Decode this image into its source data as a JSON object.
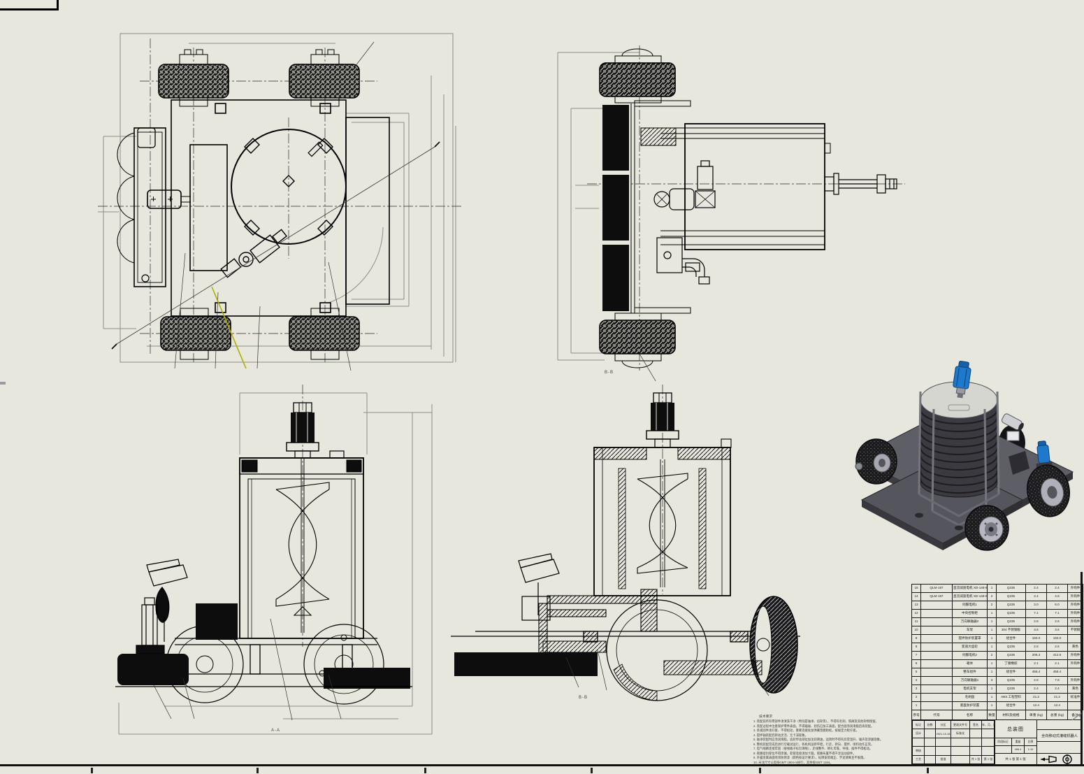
{
  "sheet": {
    "background": "#e7e7de",
    "line_color": "#000000",
    "dimension_color": "#8c8c8c",
    "highlight_yellow": "#b0ae00",
    "render_blue": "#1e79cc"
  },
  "views": {
    "top_view_label": "",
    "rear_view_section_label": "B-B",
    "side_view_section_label": "A-A",
    "mid_section_label": "B-B"
  },
  "notes": {
    "title": "技术要求",
    "lines": [
      "1. 装配前所有零部件须清洗干净（特别是轴承、齿轮等），不得有毛刺、铁屑及其他杂物残留。",
      "2. 装配过程中注意保护零件表面，不得磕碰、划伤已加工表面，配合面涂润滑脂后再装配。",
      "3. 各紧固件须拧紧、不得松动，重要连接处加弹簧垫圈防松，按规定力矩拧紧。",
      "4. 搅拌轴装配后转动灵活、无卡滞现象。",
      "5. 轴承装配时应涂润滑脂，齿轮传动部位加注润滑油，运转时不得有异常温升、噪声及渗漏现象。",
      "6. 整机装配完成后进行空载试运行，各机构运转平稳，行走、转向、搅拌、喷料动作正常。",
      "7. 电气线路连接牢固（接线端子标识清晰），走线整齐、绑扎可靠，导线、插件不得松动。",
      "8. 管路密封部位不得渗漏，软管连接须加卡箍，管路布置不得干涉运动部件。",
      "9. 外露金属表面喷涂防锈漆（颜色按设计要求），标牌安装端正、字迹清晰且不脱落。",
      "10. 未注尺寸公差按GB/T 1804-m执行，其余按GB/T 1184。"
    ]
  },
  "bom": {
    "headers": [
      "序号",
      "代号",
      "名称",
      "数量",
      "材料及规格",
      "单重 (kg)",
      "总重 (kg)",
      "备注"
    ],
    "rows": [
      [
        "15",
        "QLM-187",
        "直流减速电机 XD-148-6C2",
        "1",
        "Q235",
        "2.4",
        "2.4",
        "外购件"
      ],
      [
        "14",
        "QLM-187",
        "直流减速电机 XD-148-6C3",
        "2",
        "Q235",
        "2.4",
        "4.8",
        "外购件"
      ],
      [
        "13",
        "",
        "伺服电机1",
        "2",
        "Q235",
        "3.0",
        "6.0",
        "外购件"
      ],
      [
        "12",
        "",
        "中央控制柜",
        "1",
        "Q235",
        "7.1",
        "7.1",
        "外购件"
      ],
      [
        "11",
        "",
        "万向联轴器2",
        "1",
        "Q235",
        "2.6",
        "2.6",
        "外购件"
      ],
      [
        "10",
        "",
        "车架",
        "1",
        "304 不锈钢板",
        "3.6",
        "3.6",
        "不锈钢"
      ],
      [
        "9",
        "",
        "搅拌防护装置罩",
        "1",
        "组合件",
        "160.0",
        "160.0",
        ""
      ],
      [
        "8",
        "",
        "变速大齿轮",
        "1",
        "Q235",
        "2.6",
        "2.6",
        "黄色"
      ],
      [
        "7",
        "",
        "伺服电机2",
        "2",
        "Q235",
        "206.3",
        "412.6",
        "外购件"
      ],
      [
        "6",
        "",
        "箱体",
        "1",
        "丁腈橡胶",
        "2.1",
        "2.1",
        "外购件"
      ],
      [
        "5",
        "",
        "整车组件",
        "1",
        "组合件",
        "456.4",
        "456.4",
        ""
      ],
      [
        "4",
        "",
        "万向联轴器1",
        "3",
        "Q235",
        "2.6",
        "7.8",
        "外购件"
      ],
      [
        "3",
        "",
        "电机支架",
        "1",
        "Q235",
        "2.4",
        "2.4",
        "黄色"
      ],
      [
        "2",
        "",
        "毛刷盘",
        "1",
        "ABS 工程塑料",
        "21.2",
        "21.2",
        "标准件"
      ],
      [
        "1",
        "",
        "底盘防护装置",
        "1",
        "组合件",
        "12.4",
        "12.4",
        ""
      ]
    ]
  },
  "title_block": {
    "grid": [
      [
        "标记",
        "处数",
        "分区",
        "更改文件号",
        "签名",
        "年、月、日"
      ],
      [
        "设计",
        "",
        "2021.10.18",
        "标准化",
        "",
        ""
      ],
      [
        "",
        "",
        "",
        "",
        "",
        ""
      ],
      [
        "审核",
        "",
        "",
        "",
        "",
        ""
      ],
      [
        "工艺",
        "",
        "批准",
        "",
        "共 1 张",
        "第 1 张"
      ]
    ],
    "drawing_title": "总装图",
    "stage_label": "阶段标记",
    "weight_label": "重量",
    "scale_label": "比例",
    "weight_value": "456.4",
    "scale_value": "1:10",
    "sheet_info": "共 1 张   第 1 张",
    "product_name": "全向移动式灌缝机器人"
  }
}
